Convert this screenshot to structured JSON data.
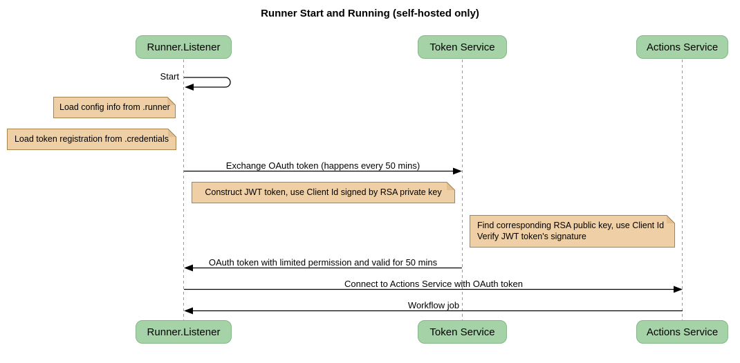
{
  "title": "Runner Start and Running (self-hosted only)",
  "participants": [
    {
      "label": "Runner.Listener"
    },
    {
      "label": "Token Service"
    },
    {
      "label": "Actions Service"
    }
  ],
  "messages": [
    {
      "label": "Start",
      "from": "Runner.Listener",
      "to": "Runner.Listener",
      "kind": "self"
    },
    {
      "label": "Exchange OAuth token (happens every 50 mins)",
      "from": "Runner.Listener",
      "to": "Token Service",
      "kind": "arrow"
    },
    {
      "label": "OAuth token with limited permission and valid for 50 mins",
      "from": "Token Service",
      "to": "Runner.Listener",
      "kind": "arrow"
    },
    {
      "label": "Connect to Actions Service with OAuth token",
      "from": "Runner.Listener",
      "to": "Actions Service",
      "kind": "arrow"
    },
    {
      "label": "Workflow job",
      "from": "Actions Service",
      "to": "Runner.Listener",
      "kind": "arrow"
    }
  ],
  "notes": [
    {
      "text": "Load config info from .runner",
      "position": "left of Runner.Listener"
    },
    {
      "text": "Load token registration from .credentials",
      "position": "left of Runner.Listener"
    },
    {
      "text": "Construct JWT token, use Client Id signed by RSA private key",
      "position": "over Runner.Listener and Token Service"
    },
    {
      "lines": [
        "Find corresponding RSA public key, use Client Id",
        "Verify JWT token's signature"
      ],
      "position": "left of Actions Service"
    }
  ],
  "colors": {
    "participant_fill": "#A5D3A7",
    "participant_border": "#84B687",
    "note_fill": "#EECFA6",
    "note_border": "#A9834E",
    "lifeline": "#999999",
    "arrow": "#000000",
    "background": "#FFFFFF"
  }
}
